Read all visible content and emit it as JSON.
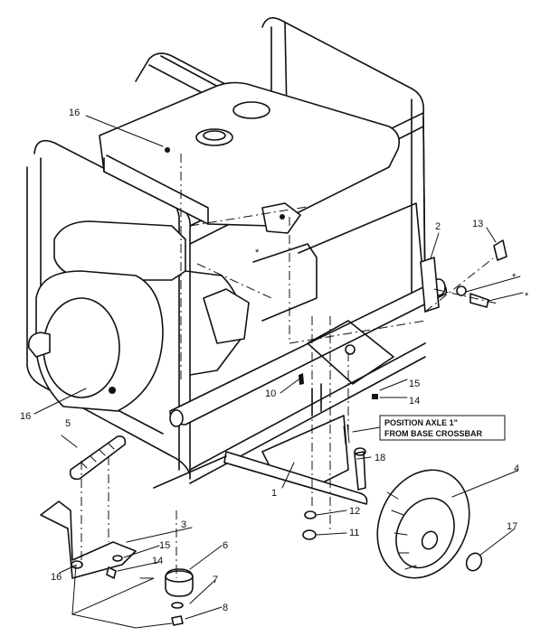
{
  "callouts": {
    "c16a": "16",
    "c2": "2",
    "c13": "13",
    "c15a": "15",
    "c10": "10",
    "c14a": "14",
    "c16b": "16",
    "c5": "5",
    "c4": "4",
    "c18": "18",
    "c1": "1",
    "c12": "12",
    "c11": "11",
    "c17": "17",
    "c3": "3",
    "c15b": "15",
    "c6": "6",
    "c14b": "14",
    "c7": "7",
    "c8": "8",
    "c16c": "16"
  },
  "note": {
    "line1": "POSITION AXLE 1\"",
    "line2": "FROM BASE CROSSBAR"
  },
  "asterisk": "*"
}
